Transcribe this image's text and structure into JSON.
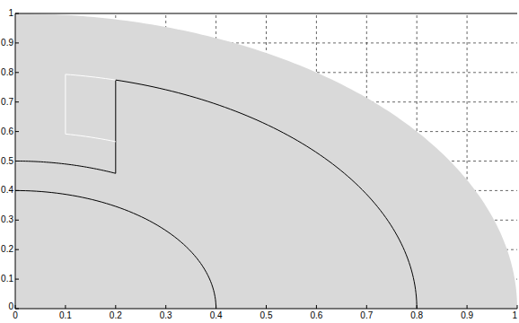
{
  "diagram": {
    "labels": [
      "0",
      "0.1",
      "0.2",
      "0.3",
      "0.4",
      "0.5",
      "0.6",
      "0.7",
      "0.8",
      "0.9",
      "1",
      "0",
      "0.1",
      "0.2",
      "0.3",
      "0.4",
      "0.5",
      "0.6",
      "0.7",
      "0.8",
      "0.9",
      "1"
    ]
  }
}
